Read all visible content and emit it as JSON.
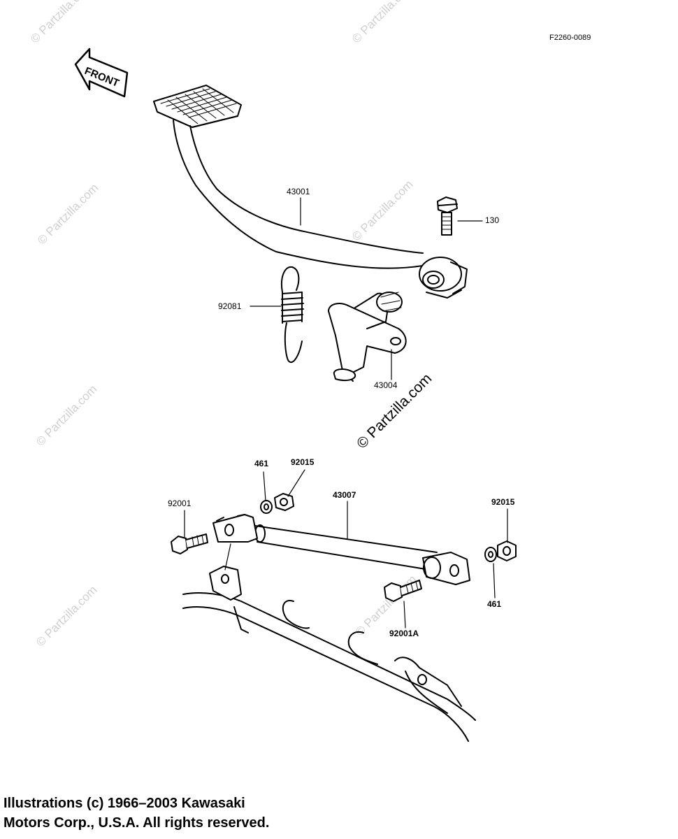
{
  "diagram_code": "F2260-0089",
  "front_label": "FRONT",
  "watermark_main": "© Partzilla.com",
  "watermark_faint": "© Partzilla.com",
  "copyright": {
    "line1": "Illustrations (c) 1966–2003 Kawasaki",
    "line2": "Motors Corp., U.S.A.  All rights reserved."
  },
  "parts": {
    "p43001": "43001",
    "p130": "130",
    "p92081": "92081",
    "p43004": "43004",
    "p461_top": "461",
    "p92015_top": "92015",
    "p43007": "43007",
    "p92001": "92001",
    "p92015_right": "92015",
    "p461_right": "461",
    "p92001A": "92001A"
  },
  "colors": {
    "line": "#000000",
    "watermark": "#d0d0d0",
    "background": "#ffffff"
  }
}
